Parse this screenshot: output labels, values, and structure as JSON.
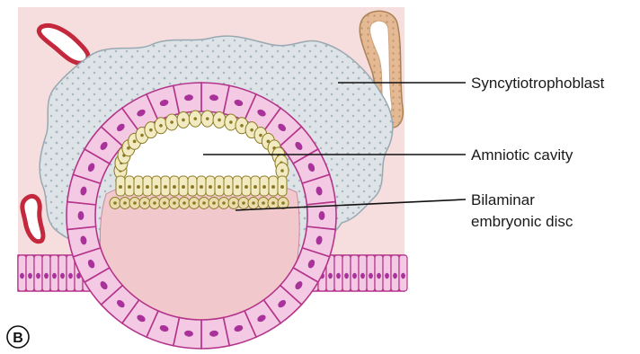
{
  "figure": {
    "panel_letter": "B",
    "labels": {
      "syncytiotrophoblast": "Syncytiotrophoblast",
      "amniotic_cavity": "Amniotic cavity",
      "bilaminar_line1": "Bilaminar",
      "bilaminar_line2": "embryonic disc"
    },
    "colors": {
      "background_tissue": "#f6dede",
      "syncytio_fill": "#dde3e7",
      "syncytio_dots": "#a7b6be",
      "cell_fill": "#f3c9e3",
      "cell_outline": "#b4348a",
      "nucleus": "#a8329a",
      "yolk_fill": "#f1c9cc",
      "disc_fill": "#f2eac0",
      "disc_outline": "#8c7a26",
      "gland_fill": "#e6b995",
      "vessel_red": "#c3283c",
      "leader_line": "#111111"
    }
  }
}
